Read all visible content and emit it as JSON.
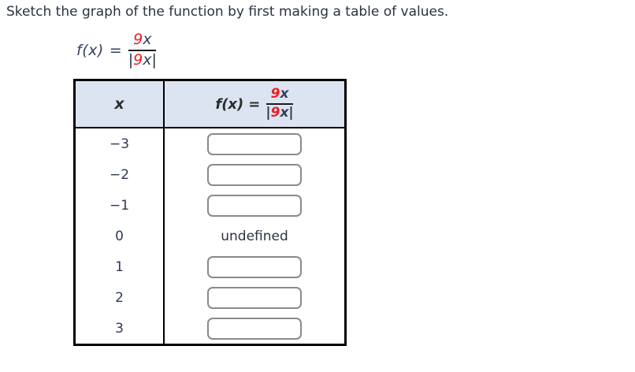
{
  "page": {
    "title": "Sketch the graph of the function by first making a table of values."
  },
  "formula": {
    "func": "f(x)",
    "eq": "=",
    "num_coeff": "9",
    "num_var": "x",
    "den_open_bar": "|",
    "den_coeff": "9",
    "den_var": "x",
    "den_close_bar": "|"
  },
  "table": {
    "col_x_header": "x",
    "rows": [
      {
        "x": "−3",
        "type": "input",
        "value": ""
      },
      {
        "x": "−2",
        "type": "input",
        "value": ""
      },
      {
        "x": "−1",
        "type": "input",
        "value": ""
      },
      {
        "x": "0",
        "type": "text",
        "value": "undefined"
      },
      {
        "x": "1",
        "type": "input",
        "value": ""
      },
      {
        "x": "2",
        "type": "input",
        "value": ""
      },
      {
        "x": "3",
        "type": "input",
        "value": ""
      }
    ]
  },
  "colors": {
    "accent_red": "#ed1c24",
    "header_bg": "#dbe4f0",
    "text": "#2b3440",
    "table_border": "#000000",
    "input_border": "#8a8a8a"
  }
}
